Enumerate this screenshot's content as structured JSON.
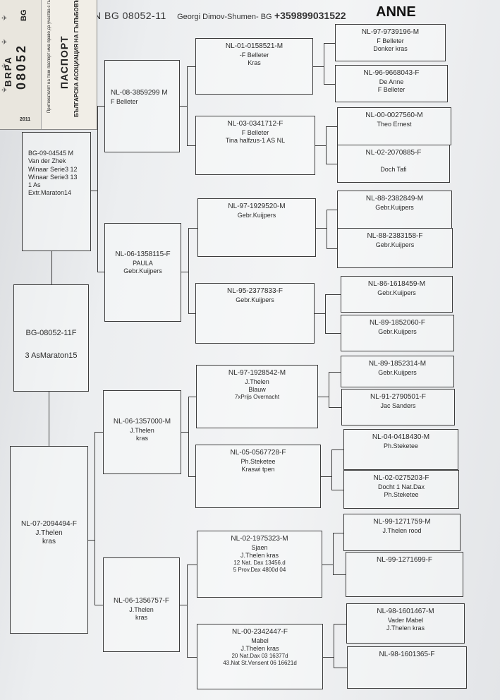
{
  "header": {
    "pigeon_id": "N BG 08052-11",
    "owner": "Georgi Dimov-Shumen- BG",
    "phone": "+359899031522",
    "name": "ANNE"
  },
  "passport": {
    "association": "БЪЛГАРСКА АСОЦИАЦИЯ НА ГЪЛЪБОВЪДИТЕ НА СПОРТНИ ГЪЛЪБИ",
    "title": "ПАСПОРТ",
    "note": "Притежателят на този паспорт има право да участва с гълъба",
    "country": "BG",
    "number": "08052",
    "year": "2011",
    "org": "BRPA"
  },
  "pigeon": {
    "lines": [
      "BG-08052-11F",
      "3 AsMaraton15"
    ]
  },
  "sire": {
    "lines": [
      "BG-09-04545 M",
      "Van der Zhek",
      "Winaar Serie3 12",
      "Winaar Serie3 13",
      "1 As",
      "Extr.Maraton14"
    ]
  },
  "dam": {
    "lines": [
      "NL-07-2094494-F",
      "J.Thelen",
      "kras"
    ]
  },
  "gen2": [
    {
      "lines": [
        "NL-08-3859299 M",
        "F Belleter"
      ]
    },
    {
      "lines": [
        "NL-06-1358115-F",
        "PAULA",
        "Gebr.Kuijpers"
      ]
    },
    {
      "lines": [
        "NL-06-1357000-M",
        "J.Thelen",
        "kras"
      ]
    },
    {
      "lines": [
        "NL-06-1356757-F",
        "J.Thelen",
        "kras"
      ]
    }
  ],
  "gen3": [
    {
      "lines": [
        "NL-01-0158521-M",
        "-F Belleter",
        "Kras"
      ]
    },
    {
      "lines": [
        "NL-03-0341712-F",
        "F Belleter",
        "Tina halfzus-1 AS  NL"
      ]
    },
    {
      "lines": [
        "NL-97-1929520-M",
        "Gebr.Kuijpers"
      ]
    },
    {
      "lines": [
        "NL-95-2377833-F",
        "Gebr.Kuijpers"
      ]
    },
    {
      "lines": [
        "NL-97-1928542-M",
        "J.Thelen",
        "Blauw",
        "7xPrijs Overnacht"
      ]
    },
    {
      "lines": [
        "NL-05-0567728-F",
        "Ph.Steketee",
        "Kraswi tpen"
      ]
    },
    {
      "lines": [
        "NL-02-1975323-M",
        "Sjaen",
        "J.Thelen kras",
        "12 Nat. Dax 13456.d",
        "5 Prov.Dax 4800d 04"
      ]
    },
    {
      "lines": [
        "NL-00-2342447-F",
        "Mabel",
        "J.Thelen kras",
        "20 Nat.Dax 03 16377d",
        "43.Nat St.Vensent 06 16621d"
      ]
    }
  ],
  "gen4": [
    {
      "lines": [
        "NL-97-9739196-M",
        "F Belleter",
        "Donker kras"
      ]
    },
    {
      "lines": [
        "NL-96-9668043-F",
        "De Anne",
        "F Belleter"
      ]
    },
    {
      "lines": [
        "NL-00-0027560-M",
        "Theo Ernest"
      ]
    },
    {
      "lines": [
        "NL-02-2070885-F",
        "",
        "Doch Tafi"
      ]
    },
    {
      "lines": [
        "NL-88-2382849-M",
        "Gebr.Kuijpers"
      ]
    },
    {
      "lines": [
        "NL-88-2383158-F",
        "Gebr.Kuijpers"
      ]
    },
    {
      "lines": [
        "NL-86-1618459-M",
        "Gebr.Kuijpers"
      ]
    },
    {
      "lines": [
        "NL-89-1852060-F",
        "Gebr.Kuijpers"
      ]
    },
    {
      "lines": [
        "NL-89-1852314-M",
        "Gebr.Kuijpers"
      ]
    },
    {
      "lines": [
        "NL-91-2790501-F",
        "Jac Sanders"
      ]
    },
    {
      "lines": [
        "NL-04-0418430-M",
        "Ph.Steketee"
      ]
    },
    {
      "lines": [
        "NL-02-0275203-F",
        "Docht 1 Nat.Dax",
        "Ph.Steketee"
      ]
    },
    {
      "lines": [
        "NL-99-1271759-M",
        "J.Thelen rood"
      ]
    },
    {
      "lines": [
        "NL-99-1271699-F"
      ]
    },
    {
      "lines": [
        "NL-98-1601467-M",
        "Vader Mabel",
        "J.Thelen kras"
      ]
    },
    {
      "lines": [
        "NL-98-1601365-F"
      ]
    }
  ]
}
